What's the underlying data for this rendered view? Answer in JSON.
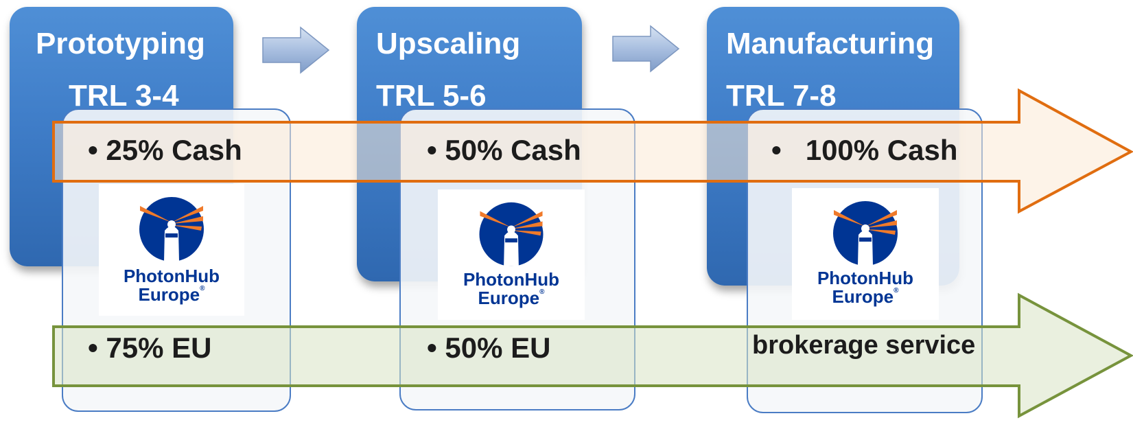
{
  "stages": [
    {
      "title": "Prototyping",
      "trl": "TRL 3-4",
      "cash": "• 25% Cash",
      "bottom": "• 75% EU"
    },
    {
      "title": "Upscaling",
      "trl": "TRL 5-6",
      "cash": "• 50% Cash",
      "bottom": "• 50% EU"
    },
    {
      "title": "Manufacturing",
      "trl": "TRL 7-8",
      "cash": "•   100% Cash",
      "bottom": "brokerage service"
    }
  ],
  "logo": {
    "line1": "PhotonHub",
    "line2": "Europe",
    "mark": "®"
  },
  "colors": {
    "stage_blue": "#3f7dc8",
    "cash_arrow": "#e06d10",
    "eu_arrow": "#77933c",
    "logo_navy": "#003594",
    "logo_orange": "#f07a2a"
  }
}
